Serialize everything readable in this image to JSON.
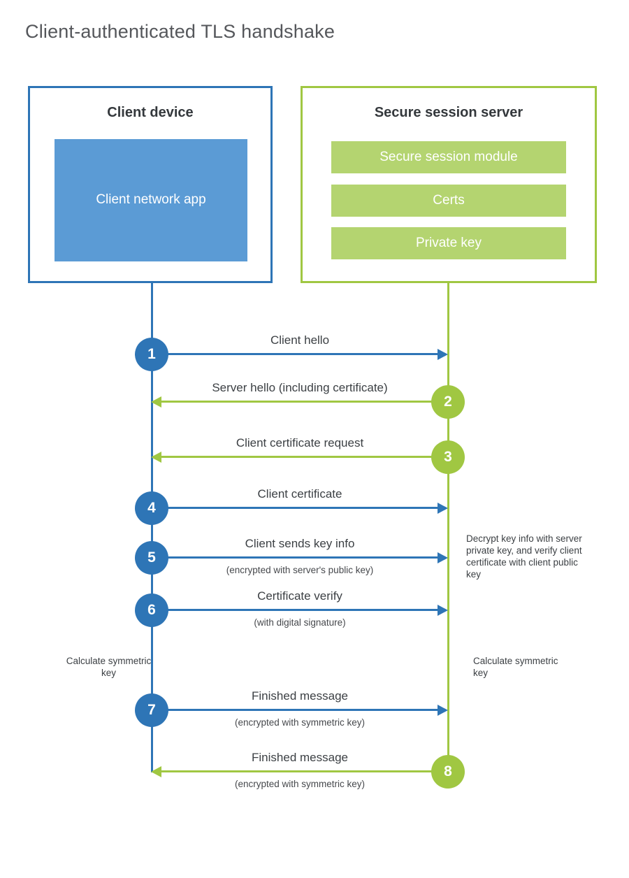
{
  "page": {
    "title": "Client-authenticated TLS handshake"
  },
  "client": {
    "title": "Client device",
    "app_label": "Client network app"
  },
  "server": {
    "title": "Secure session server",
    "modules": [
      "Secure session module",
      "Certs",
      "Private key"
    ]
  },
  "steps": [
    {
      "num": "1",
      "from": "client",
      "to": "server",
      "label": "Client hello",
      "sublabel": ""
    },
    {
      "num": "2",
      "from": "server",
      "to": "client",
      "label": "Server hello (including certificate)",
      "sublabel": ""
    },
    {
      "num": "3",
      "from": "server",
      "to": "client",
      "label": "Client certificate request",
      "sublabel": ""
    },
    {
      "num": "4",
      "from": "client",
      "to": "server",
      "label": "Client certificate",
      "sublabel": ""
    },
    {
      "num": "5",
      "from": "client",
      "to": "server",
      "label": "Client sends key info",
      "sublabel": "(encrypted with server's public key)"
    },
    {
      "num": "6",
      "from": "client",
      "to": "server",
      "label": "Certificate verify",
      "sublabel": "(with digital signature)"
    },
    {
      "num": "7",
      "from": "client",
      "to": "server",
      "label": "Finished message",
      "sublabel": "(encrypted with symmetric key)"
    },
    {
      "num": "8",
      "from": "server",
      "to": "client",
      "label": "Finished message",
      "sublabel": "(encrypted with symmetric key)"
    }
  ],
  "notes": {
    "decrypt": "Decrypt key info with server private key, and verify client certificate with client public key",
    "calc_left": "Calculate symmetric key",
    "calc_right": "Calculate symmetric key"
  },
  "colors": {
    "blue": "#2e75b6",
    "blue_fill": "#5b9bd5",
    "green": "#a0c742",
    "green_fill": "#b4d470"
  }
}
